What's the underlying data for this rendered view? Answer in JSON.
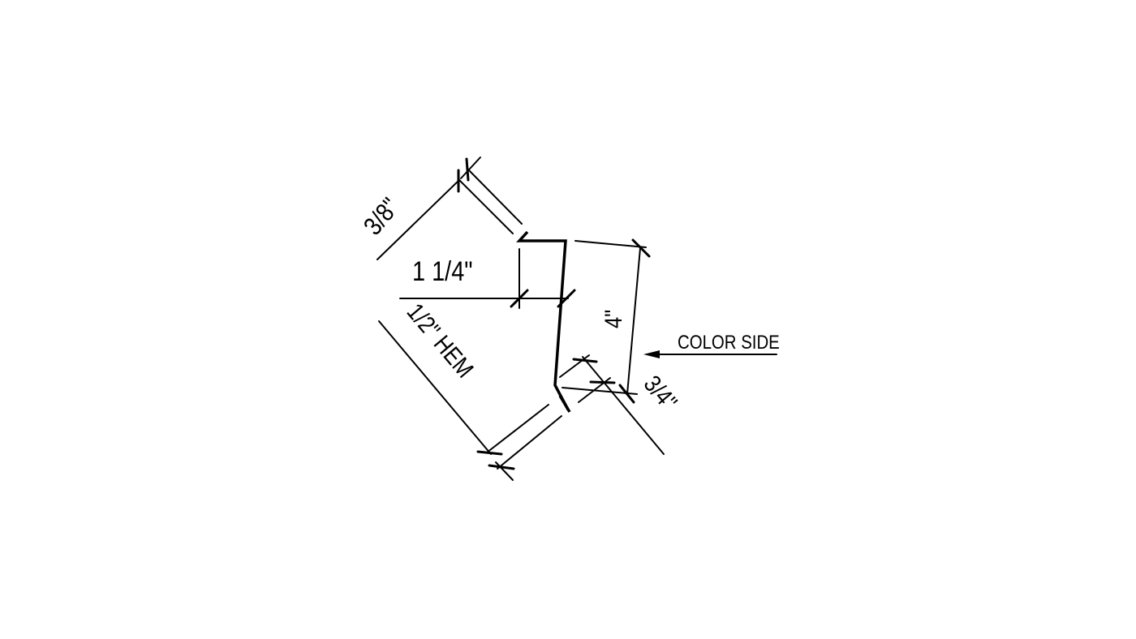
{
  "drawing": {
    "dimensions": {
      "top_hem": "3/8\"",
      "top_flange": "1 1/4\"",
      "face": "4\"",
      "bottom_flange": "3/4\"",
      "hem": "1/2\" HEM"
    },
    "color_side_label": "COLOR SIDE",
    "line_color": "#000000",
    "background": "#ffffff"
  }
}
